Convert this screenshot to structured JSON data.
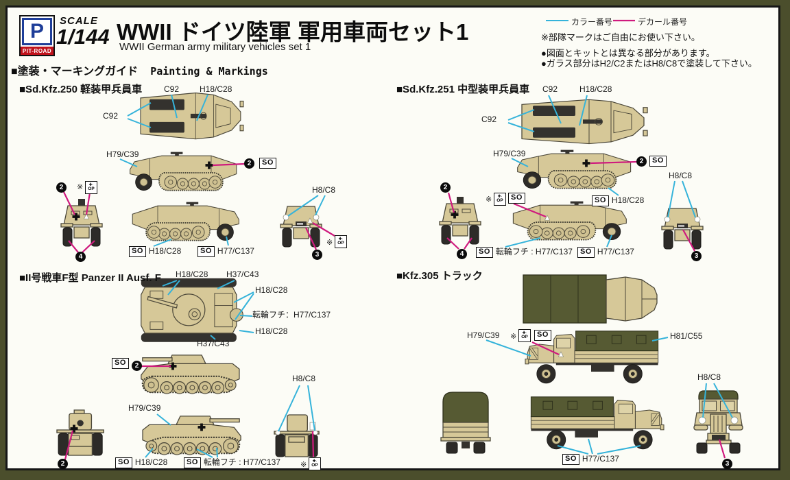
{
  "palette": {
    "color_line": "#35b3da",
    "decal_line": "#cf1a7e",
    "body_tan": "#d6c898",
    "canvas_olive": "#565a33",
    "frame_olive": "#4b4e2c"
  },
  "logo": {
    "scale_label": "SCALE",
    "scale_value": "1/144",
    "brand": "PIT-ROAD",
    "monogram": "P"
  },
  "header": {
    "title_jp": "WWII ドイツ陸軍 軍用車両セット1",
    "title_en": "WWII German army military vehicles set 1"
  },
  "legend": {
    "color_label": "カラー番号",
    "decal_label": "デカール番号"
  },
  "notes": {
    "n1": "※部隊マークはご自由にお使い下さい。",
    "n2": "●図面とキットとは異なる部分があります。",
    "n3": "●ガラス部分はH2/C2またはH8/C8で塗装して下さい。"
  },
  "guide": {
    "jp": "■塗装・マーキングガイド",
    "en": "Painting & Markings"
  },
  "common": {
    "so": "SO",
    "op": "OP",
    "op_glyphs": "✚·",
    "ref": "※",
    "b2": "2",
    "b3": "3",
    "b4": "4"
  },
  "s250": {
    "title": "■Sd.Kfz.250 軽装甲兵員車",
    "c92": "C92",
    "h18c28": "H18/C28",
    "h79c39": "H79/C39",
    "h8c8": "H8/C8",
    "h77c137": "H77/C137"
  },
  "s251": {
    "title": "■Sd.Kfz.251 中型装甲兵員車",
    "c92": "C92",
    "h18c28": "H18/C28",
    "h79c39": "H79/C39",
    "h8c8": "H8/C8",
    "h77c137": "H77/C137",
    "tenrin": "転輪フチ : H77/C137"
  },
  "pz2": {
    "title": "■II号戦車F型 Panzer II Ausf. F",
    "h18c28": "H18/C28",
    "h37c43": "H37/C43",
    "tenrin_top": "転輪フチ：H77/C137",
    "tenrin": "転輪フチ : H77/C137",
    "h79c39": "H79/C39",
    "h8c8": "H8/C8"
  },
  "kfz305": {
    "title": "■Kfz.305 トラック",
    "h79c39": "H79/C39",
    "h81c55": "H81/C55",
    "h8c8": "H8/C8",
    "h77c137": "H77/C137"
  }
}
